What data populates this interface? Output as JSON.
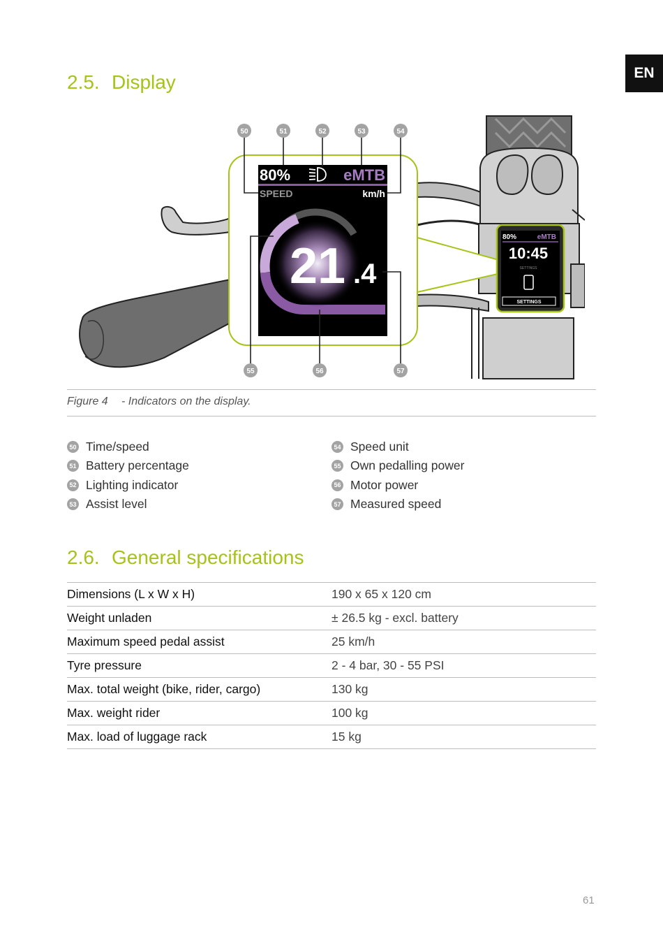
{
  "lang_tab": "EN",
  "display_section": {
    "number": "2.5.",
    "title": "Display"
  },
  "figure": {
    "callouts": [
      "50",
      "51",
      "52",
      "53",
      "54",
      "55",
      "56",
      "57"
    ],
    "screen": {
      "battery": "80%",
      "mode": "eMTB",
      "field_label": "SPEED",
      "unit": "km/h",
      "speed_int": "21",
      "speed_dec": ".4"
    },
    "small_screen": {
      "battery": "80%",
      "mode": "eMTB",
      "time": "10:45",
      "label": "SETTINGS",
      "button": "SETTINGS"
    },
    "colors": {
      "accent": "#a6c318",
      "purple": "#8b5aa5",
      "light_purple": "#c9a9da"
    }
  },
  "caption": {
    "label": "Figure 4",
    "text": "- Indicators on the display."
  },
  "legend_left": [
    {
      "num": "50",
      "label": "Time/speed"
    },
    {
      "num": "51",
      "label": "Battery percentage"
    },
    {
      "num": "52",
      "label": "Lighting indicator"
    },
    {
      "num": "53",
      "label": "Assist level"
    }
  ],
  "legend_right": [
    {
      "num": "54",
      "label": "Speed unit"
    },
    {
      "num": "55",
      "label": "Own pedalling power"
    },
    {
      "num": "56",
      "label": "Motor power"
    },
    {
      "num": "57",
      "label": "Measured speed"
    }
  ],
  "specs_section": {
    "number": "2.6.",
    "title": "General specifications"
  },
  "specs": [
    {
      "key": "Dimensions (L x W x H)",
      "value": "190 x 65 x 120 cm"
    },
    {
      "key": "Weight unladen",
      "value": "± 26.5 kg - excl. battery"
    },
    {
      "key": "Maximum speed pedal assist",
      "value": "25 km/h"
    },
    {
      "key": "Tyre pressure",
      "value": "2 - 4 bar, 30 - 55 PSI"
    },
    {
      "key": "Max. total weight (bike, rider, cargo)",
      "value": "130 kg"
    },
    {
      "key": "Max. weight rider",
      "value": "100 kg"
    },
    {
      "key": "Max. load of luggage rack",
      "value": "15 kg"
    }
  ],
  "page_number": "61"
}
